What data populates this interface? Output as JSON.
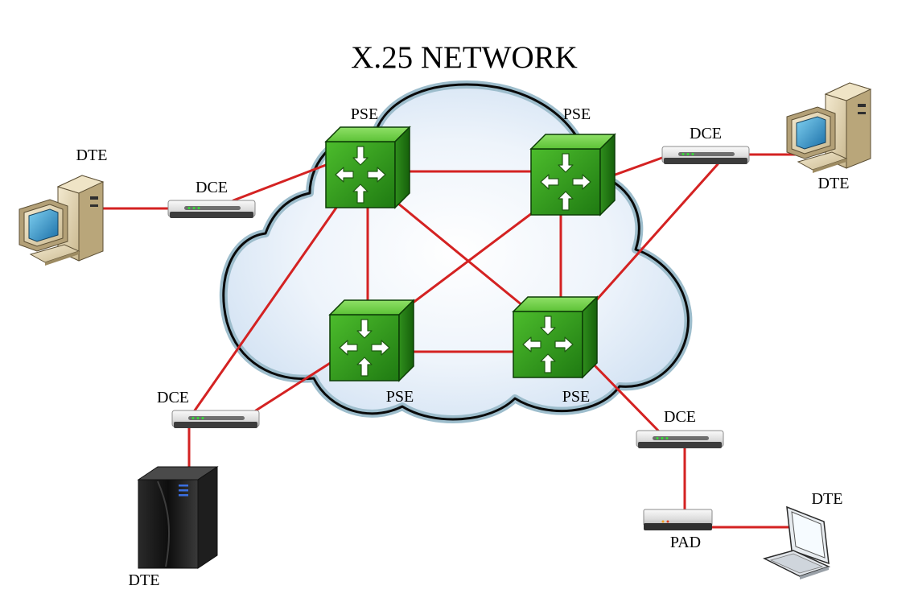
{
  "title": "X.25 NETWORK",
  "pse_label": "PSE",
  "dce_label": "DCE",
  "dte_label": "DTE",
  "pad_label": "PAD",
  "colors": {
    "link": "#d42222",
    "cloud_fill": "#e3edf8",
    "cloud_outline": "#0a0a0a",
    "cloud_halo": "#9dbdcc",
    "switch_green": "#2e9a1e",
    "modem_grey": "#e6e6e6"
  },
  "icons": {
    "switch": "green-cube-switch-icon",
    "modem": "modem-icon",
    "pc": "desktop-computer-icon",
    "server": "server-tower-icon",
    "terminal": "terminal-icon",
    "pad": "pad-box-icon"
  }
}
